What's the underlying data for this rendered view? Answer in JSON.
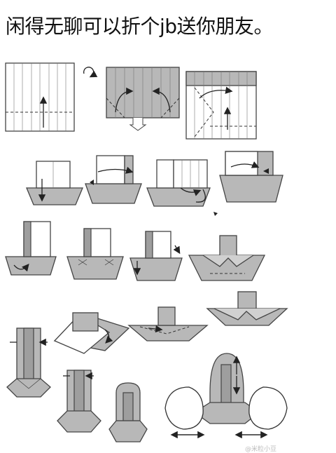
{
  "title": "闲得无聊可以折个jb送你朋友。",
  "watermark": "@米粒小豆",
  "diagram": {
    "steps": 17,
    "colors": {
      "paper": "#ffffff",
      "fold": "#b8b8b8",
      "shade": "#9e9e9e",
      "line": "#444444"
    }
  }
}
